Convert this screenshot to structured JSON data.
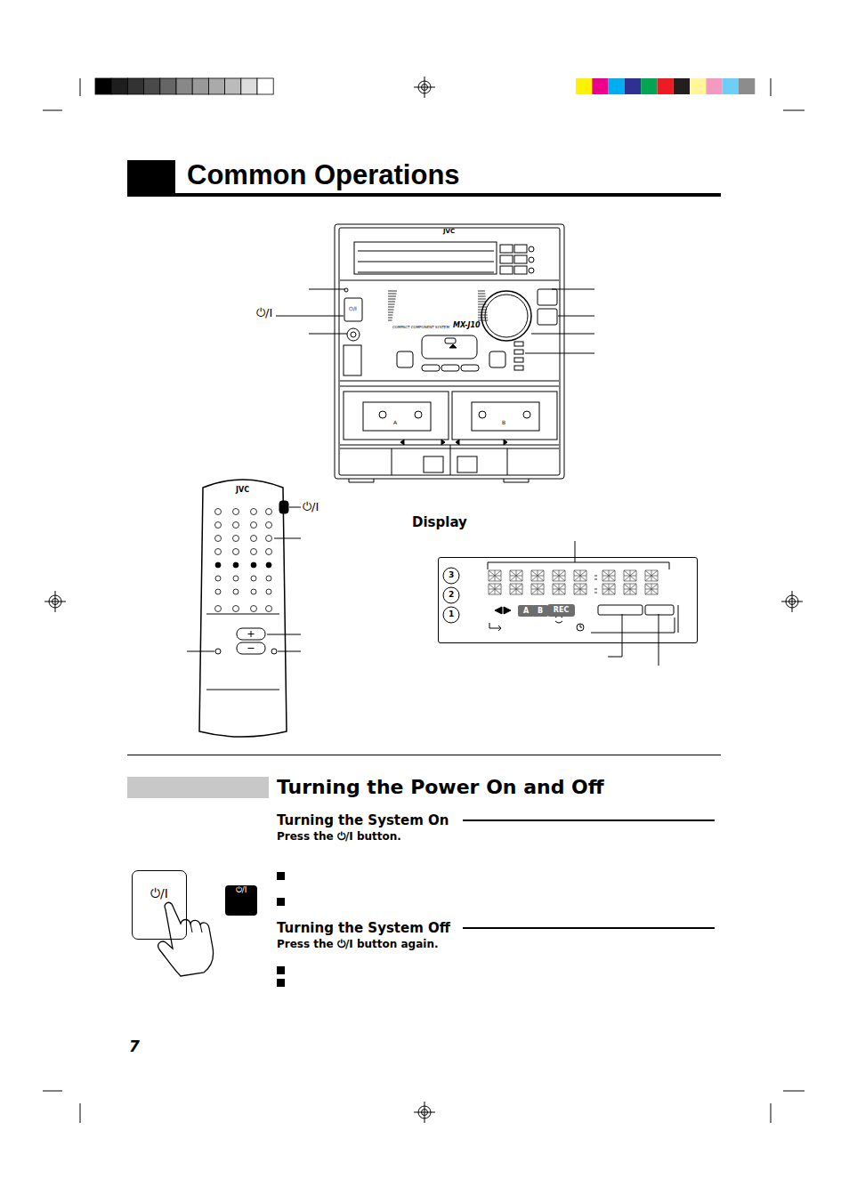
{
  "diagram": {
    "title": "Common Operations",
    "nodes": [
      {
        "text": [
          "Display"
        ]
      },
      {
        "text": [
          "A"
        ],
        "in": 0
      },
      {
        "text": [
          "B"
        ],
        "in": 0
      },
      {
        "text": [
          "REC"
        ],
        "in": 0
      },
      {
        "text": [
          "⏻/I"
        ]
      },
      {
        "text": [
          "⏻/I"
        ]
      }
    ],
    "labels": [
      "Turning the Power On and Off",
      "Turning the System On",
      "Press the ⏻/I button.",
      "Turning the System Off",
      "Press the ⏻/I button again.",
      "7",
      "JVC",
      "MX-J10",
      "COMPACT COMPONENT SYSTEM",
      "⏻/I",
      "⏻/I",
      "JVC",
      "⏻/I",
      "3",
      "2",
      "1",
      "A",
      "B"
    ]
  }
}
